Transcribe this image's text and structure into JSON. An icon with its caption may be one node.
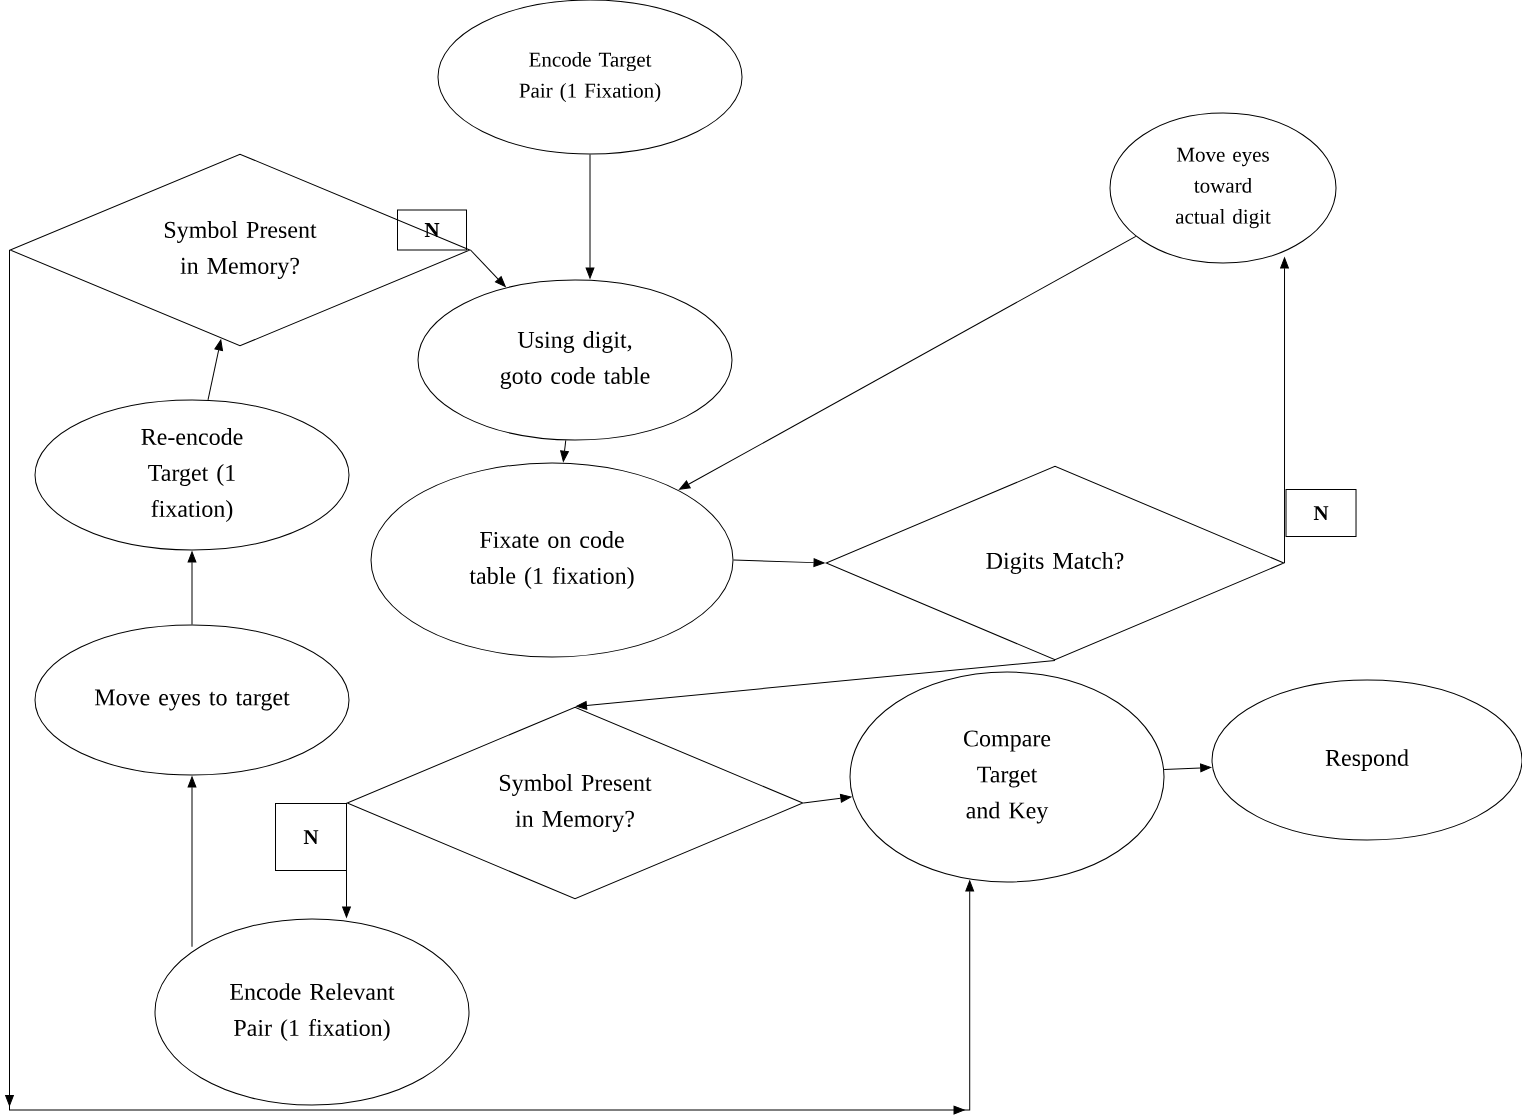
{
  "diagram": {
    "nodes": [
      {
        "text": [
          "Encode Target Pair (1 Fixation)"
        ]
      },
      {
        "text": [
          "Move eyes toward actual digit"
        ]
      },
      {
        "text": [
          "Symbol Present in Memory?"
        ]
      },
      {
        "text": [
          "N"
        ]
      },
      {
        "text": [
          "Using digit, goto code table"
        ]
      },
      {
        "text": [
          "Re-encode Target (1 fixation)"
        ]
      },
      {
        "text": [
          "Fixate on code table (1 fixation)"
        ]
      },
      {
        "text": [
          "Digits Match?"
        ]
      },
      {
        "text": [
          "N"
        ]
      },
      {
        "text": [
          "Move eyes to target"
        ]
      },
      {
        "text": [
          "Symbol Present in Memory?"
        ]
      },
      {
        "text": [
          "Compare Target and Key"
        ]
      },
      {
        "text": [
          "Respond"
        ]
      },
      {
        "text": [
          "N"
        ]
      },
      {
        "text": [
          "Encode Relevant Pair (1 fixation)"
        ]
      }
    ],
    "edges": [
      {
        "from": 0,
        "to": 4,
        "arrow": "to"
      },
      {
        "from": 2,
        "to": 4,
        "arrow": "to"
      },
      {
        "from": 5,
        "to": 2,
        "arrow": "to"
      },
      {
        "from": 1,
        "to": 6,
        "arrow": "to"
      },
      {
        "from": 4,
        "to": 6,
        "arrow": "to"
      },
      {
        "from": 6,
        "to": 7,
        "arrow": "to"
      },
      {
        "from": 7,
        "to": 1,
        "arrow": "to"
      },
      {
        "from": 7,
        "to": 10,
        "arrow": "to"
      },
      {
        "from": 10,
        "to": 11,
        "arrow": "to"
      },
      {
        "from": 11,
        "to": 12,
        "arrow": "to"
      },
      {
        "from": 10,
        "to": 14,
        "arrow": "to"
      },
      {
        "from": 14,
        "to": 9,
        "arrow": "to"
      },
      {
        "from": 9,
        "to": 5,
        "arrow": "to"
      },
      {
        "from": 2,
        "to": 11,
        "arrow": "to"
      }
    ]
  }
}
